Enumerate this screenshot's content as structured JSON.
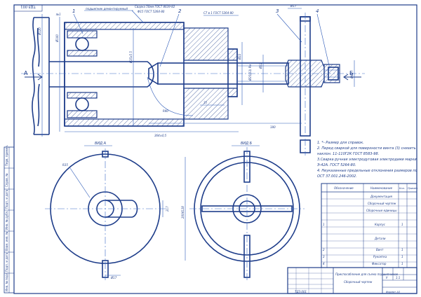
{
  "colors": {
    "line": "#1e3d8a",
    "dimension": "#2e5bb8",
    "background": "#ffffff"
  },
  "drawing": {
    "view_labels": {
      "view_a": "ВИД А",
      "view_b": "ВИД Б",
      "arrow_a": "А",
      "arrow_b": "Б"
    },
    "leaders": {
      "n1": "1",
      "n2": "2",
      "n3": "3",
      "n4": "4"
    },
    "annotations": {
      "bearing": "подшипник демонтируемый",
      "weld_top_1": "Сварка 50мм ГОСТ 8639-82",
      "weld_top_2": "Ф15 ГОСТ 5264-80",
      "weld_right": "С7 в 1 ГОСТ 5264-80",
      "nu": "№1"
    },
    "dimensions": {
      "d_top": "Ø120",
      "d_left": "Ø100",
      "d_center": "Ø35x5 5",
      "d_hole": "Ø22",
      "d_shaft": "Ø35(23) Рм",
      "d_right": "Ø22",
      "d_knob": "Ø42",
      "len_total": "364±0,5",
      "len_shaft": "180",
      "len_small": "35",
      "len_top": "Ø17",
      "radius": "R40",
      "view_a_r": "R35",
      "view_a_h": "217",
      "view_a_pin": "Ø17",
      "view_b_h": "2004128"
    }
  },
  "notes": [
    "1. *- Размер для справок.",
    "2. Перед сваркой для поверхности винта (3) снизить",
    "   наклон. 11-110Г2К ГОСТ 8583-98.",
    "3.Сварка ручная электродуговая электродами марки",
    "   Э-42А. ГОСТ 5264-80.",
    "4. Неуказанные предельные отклонения размеров по",
    "   ОСТ 37.001.246-2002."
  ],
  "spec_table": {
    "headers": [
      "Обозначение",
      "Наименование",
      "Кол.",
      "Примеч."
    ],
    "rows": [
      {
        "name": "Документация",
        "qty": ""
      },
      {
        "name": "Сборочный чертеж",
        "qty": ""
      },
      {
        "name": "Сборочные единицы",
        "qty": ""
      },
      {
        "name": "",
        "qty": ""
      },
      {
        "name": "Корпус",
        "qty": "1"
      },
      {
        "name": "",
        "qty": ""
      },
      {
        "name": "Детали",
        "qty": ""
      },
      {
        "name": "",
        "qty": ""
      },
      {
        "name": "Винт",
        "qty": "1"
      },
      {
        "name": "Рукоятка",
        "qty": "1"
      },
      {
        "name": "Фиксатор",
        "qty": "1"
      }
    ]
  },
  "title_block": {
    "title": "Приспособление для съема подшипников",
    "subtitle": "Сборочный чертеж",
    "sheet": "1:1",
    "mass": "",
    "format": "Формат А3",
    "lit": "У",
    "doc_code": "ТДЗ.001"
  },
  "side_stamp": {
    "labels": [
      "Перв. примен.",
      "Справ. №",
      "Подп. и дата",
      "Инв. № дубл.",
      "Взам. инв. №",
      "Подп. и дата",
      "Инв. № подл."
    ]
  }
}
